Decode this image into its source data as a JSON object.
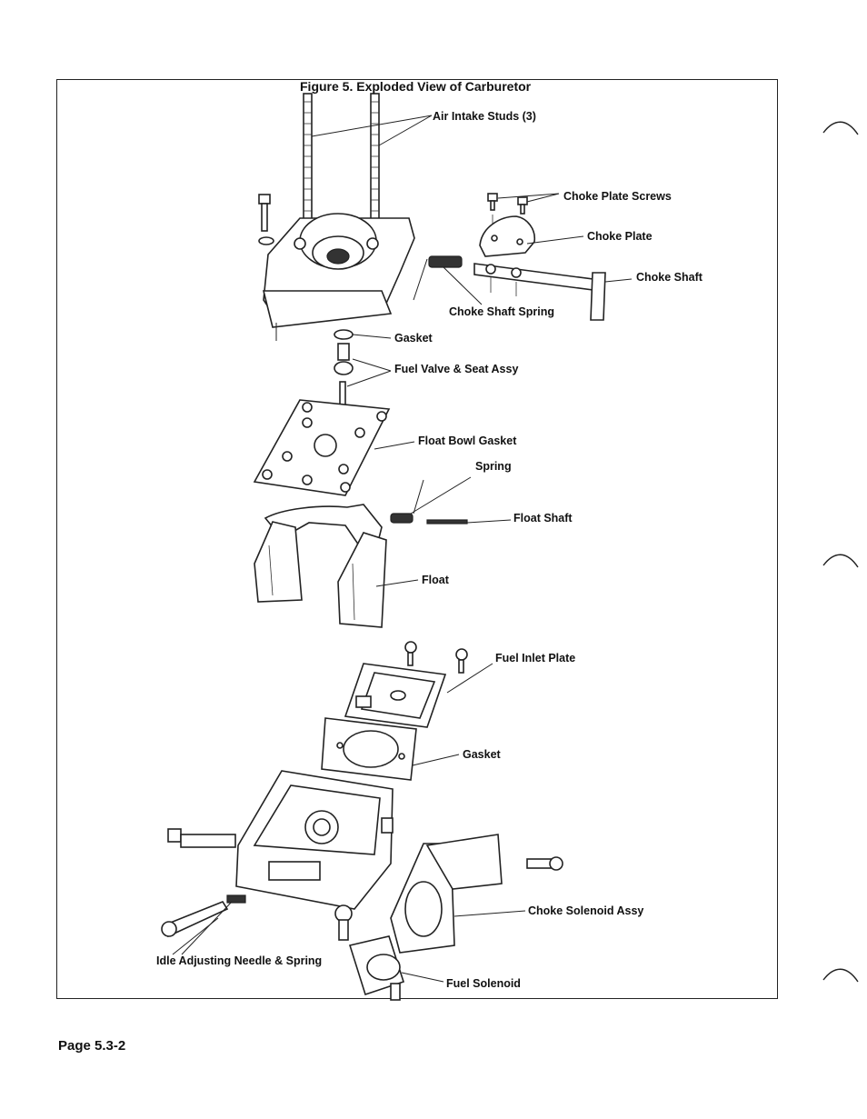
{
  "figure": {
    "caption": "Figure 5. Exploded View of Carburetor"
  },
  "labels": {
    "air_intake_studs": "Air Intake Studs (3)",
    "choke_plate_screws": "Choke Plate Screws",
    "choke_plate": "Choke Plate",
    "choke_shaft": "Choke Shaft",
    "choke_shaft_spring": "Choke Shaft Spring",
    "gasket_top": "Gasket",
    "fuel_valve_seat": "Fuel Valve & Seat Assy",
    "float_bowl_gasket": "Float Bowl Gasket",
    "spring": "Spring",
    "float_shaft": "Float Shaft",
    "float": "Float",
    "fuel_inlet_plate": "Fuel Inlet Plate",
    "gasket_mid": "Gasket",
    "choke_solenoid": "Choke Solenoid Assy",
    "idle_needle": "Idle Adjusting Needle & Spring",
    "fuel_solenoid": "Fuel Solenoid"
  },
  "footer": {
    "page_number": "Page 5.3-2"
  }
}
